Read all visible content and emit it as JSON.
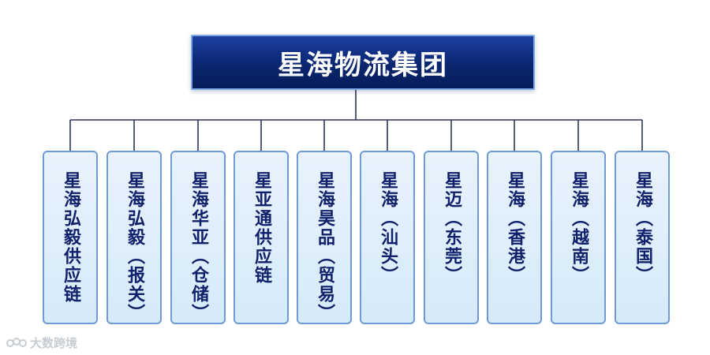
{
  "org_chart": {
    "root": {
      "label": "星海物流集团"
    },
    "children": [
      {
        "label": "星海弘毅供应链"
      },
      {
        "label": "星海弘毅（报关）"
      },
      {
        "label": "星海华亚（仓储）"
      },
      {
        "label": "星亚通供应链"
      },
      {
        "label": "星海昊品（贸易）"
      },
      {
        "label": "星海（汕头）"
      },
      {
        "label": "星迈（东莞）"
      },
      {
        "label": "星海（香港）"
      },
      {
        "label": "星海（越南）"
      },
      {
        "label": "星海（泰国）"
      }
    ]
  },
  "colors": {
    "root_fill": "#0a2670",
    "root_border": "#7aa9e6",
    "child_fill": "#e3f0fc",
    "child_border": "#6e9bd6",
    "child_text": "#10206a",
    "connector": "#2a3550"
  },
  "watermark": {
    "text": "大数跨境",
    "logo_icon": "kooma-logo-icon"
  }
}
